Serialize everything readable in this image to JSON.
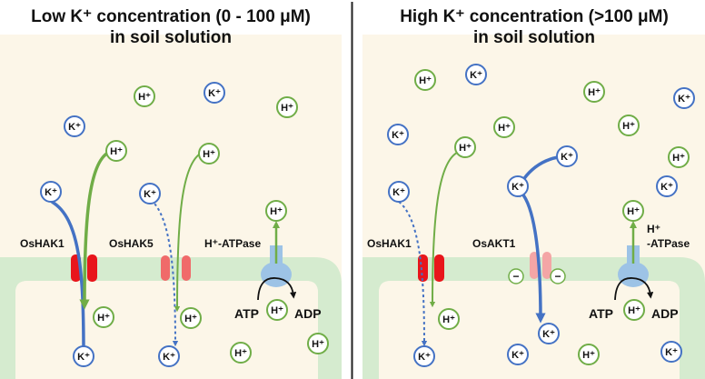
{
  "panels": [
    {
      "title_line1": "Low K⁺ concentration (0 - 100 μM)",
      "title_line2": "in soil solution",
      "transporters": [
        "OsHAK1",
        "OsHAK5",
        "H⁺-ATPase"
      ],
      "atp": "ATP",
      "adp": "ADP"
    },
    {
      "title_line1": "High K⁺ concentration (>100 μM)",
      "title_line2": "in soil solution",
      "transporters": [
        "OsHAK1",
        "OsAKT1",
        "H⁺",
        "-ATPase"
      ],
      "atp": "ATP",
      "adp": "ADP",
      "charge_symbol": "−"
    }
  ],
  "ions": {
    "potassium": "K⁺",
    "proton": "H⁺"
  },
  "colors": {
    "background": "#FCF6E8",
    "membrane": "#D5EBCF",
    "potassium_ring": "#4472C4",
    "proton_ring": "#70AD47",
    "hak_channel": "#E8151B",
    "akt_channel": "#F4A6A6",
    "atpase": "#9DC3E6",
    "divider": "#222222"
  }
}
